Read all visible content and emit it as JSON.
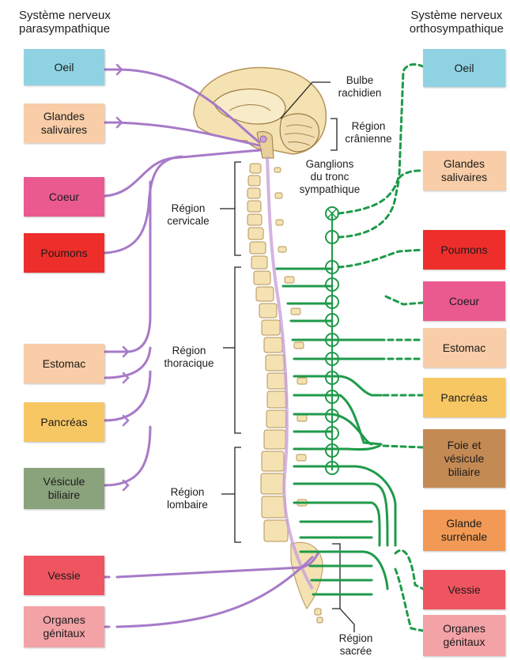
{
  "titles": {
    "parasympathetic": "Système nerveux\nparasympathique",
    "orthosympathetic": "Système nerveux\northosympathique"
  },
  "parasympathetic_organs": [
    {
      "label": "Oeil",
      "color": "#8fd3e3"
    },
    {
      "label": "Glandes\nsalivaires",
      "color": "#f8cda7"
    },
    {
      "label": "Coeur",
      "color": "#ea5a8f"
    },
    {
      "label": "Poumons",
      "color": "#ee2e2b"
    },
    {
      "label": "Estomac",
      "color": "#f8cda7"
    },
    {
      "label": "Pancréas",
      "color": "#f7c764"
    },
    {
      "label": "Vésicule\nbiliaire",
      "color": "#8aa37c"
    },
    {
      "label": "Vessie",
      "color": "#ee5560"
    },
    {
      "label": "Organes\ngénitaux",
      "color": "#f3a2a6"
    }
  ],
  "orthosympathetic_organs": [
    {
      "label": "Oeil",
      "color": "#8fd3e3"
    },
    {
      "label": "Glandes\nsalivaires",
      "color": "#f8cda7"
    },
    {
      "label": "Poumons",
      "color": "#ee2e2b"
    },
    {
      "label": "Coeur",
      "color": "#ea5a8f"
    },
    {
      "label": "Estomac",
      "color": "#f8cda7"
    },
    {
      "label": "Pancréas",
      "color": "#f7c764"
    },
    {
      "label": "Foie et\nvésicule\nbiliaire",
      "color": "#c48a54"
    },
    {
      "label": "Glande\nsurrénale",
      "color": "#f29a55"
    },
    {
      "label": "Vessie",
      "color": "#ee5560"
    },
    {
      "label": "Organes\ngénitaux",
      "color": "#f3a2a6"
    }
  ],
  "anatomy_labels": {
    "bulbe": "Bulbe\nrachidien",
    "cranial": "Région\ncrânienne",
    "ganglions": "Ganglions\ndu tronc\nsympathique",
    "cervical": "Région\ncervicale",
    "thoracic": "Région\nthoracique",
    "lumbar": "Région\nlombaire",
    "sacral": "Région\nsacrée"
  },
  "colors": {
    "parasympathetic_nerve": "#a77ac8",
    "orthosympathetic_nerve": "#1f9a4a",
    "bone": "#f4e2b2"
  }
}
